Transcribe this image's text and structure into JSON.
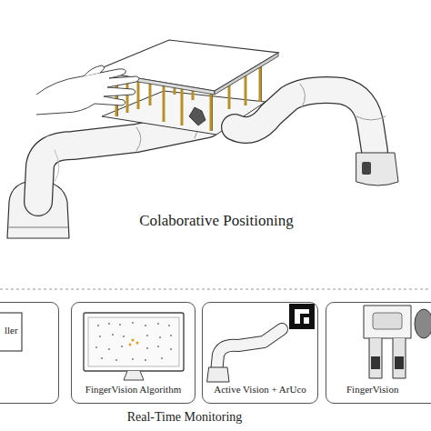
{
  "diagram": {
    "nodes": [
      {
        "text": [
          "ller"
        ]
      },
      {
        "text": [
          "FingerVision Algorithm"
        ]
      },
      {
        "text": [
          "Active Vision + ArUco"
        ]
      },
      {
        "text": [
          "FingerVision"
        ]
      }
    ],
    "labels": [
      "Colaborative Positioning",
      "Real-Time Monitoring"
    ]
  }
}
